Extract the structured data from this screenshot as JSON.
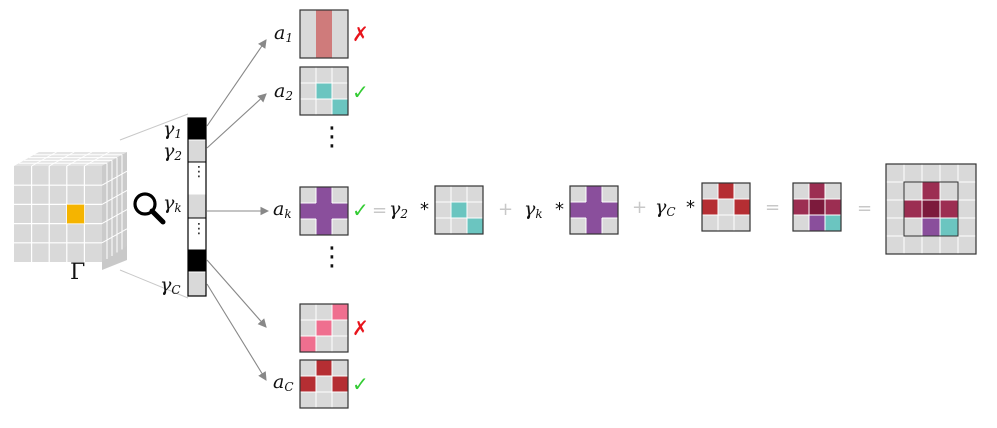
{
  "labels": {
    "tensor": "Γ",
    "gamma_1": "γ",
    "gamma_1_sub": "1",
    "gamma_2": "γ",
    "gamma_2_sub": "2",
    "gamma_k": "γ",
    "gamma_k_sub": "k",
    "gamma_C": "γ",
    "gamma_C_sub": "C",
    "a_1": "a",
    "a_1_sub": "1",
    "a_2": "a",
    "a_2_sub": "2",
    "a_k": "a",
    "a_k_sub": "k",
    "a_C": "a",
    "a_C_sub": "C"
  },
  "equation": {
    "equals": "=",
    "term1_coef": "γ",
    "term1_sub": "2",
    "term2_coef": "γ",
    "term2_sub": "k",
    "term3_coef": "γ",
    "term3_sub": "C",
    "times": "*",
    "plus": "+"
  },
  "marks": {
    "cross": "✗",
    "check": "✓"
  },
  "ellipsis": "⋮",
  "colors": {
    "grid_bg": "#d9d9d9",
    "grid_line": "#ffffff",
    "red_stripe": "#cf7b7b",
    "teal": "#6bc5c0",
    "purple": "#8a4f9c",
    "pink": "#ef6f8f",
    "dark_red": "#b52e33",
    "maroon": "#9c2e52",
    "deep_maroon": "#7c1a3c",
    "orange": "#f5b400",
    "cross": "#e8141c",
    "check": "#33cc33"
  }
}
